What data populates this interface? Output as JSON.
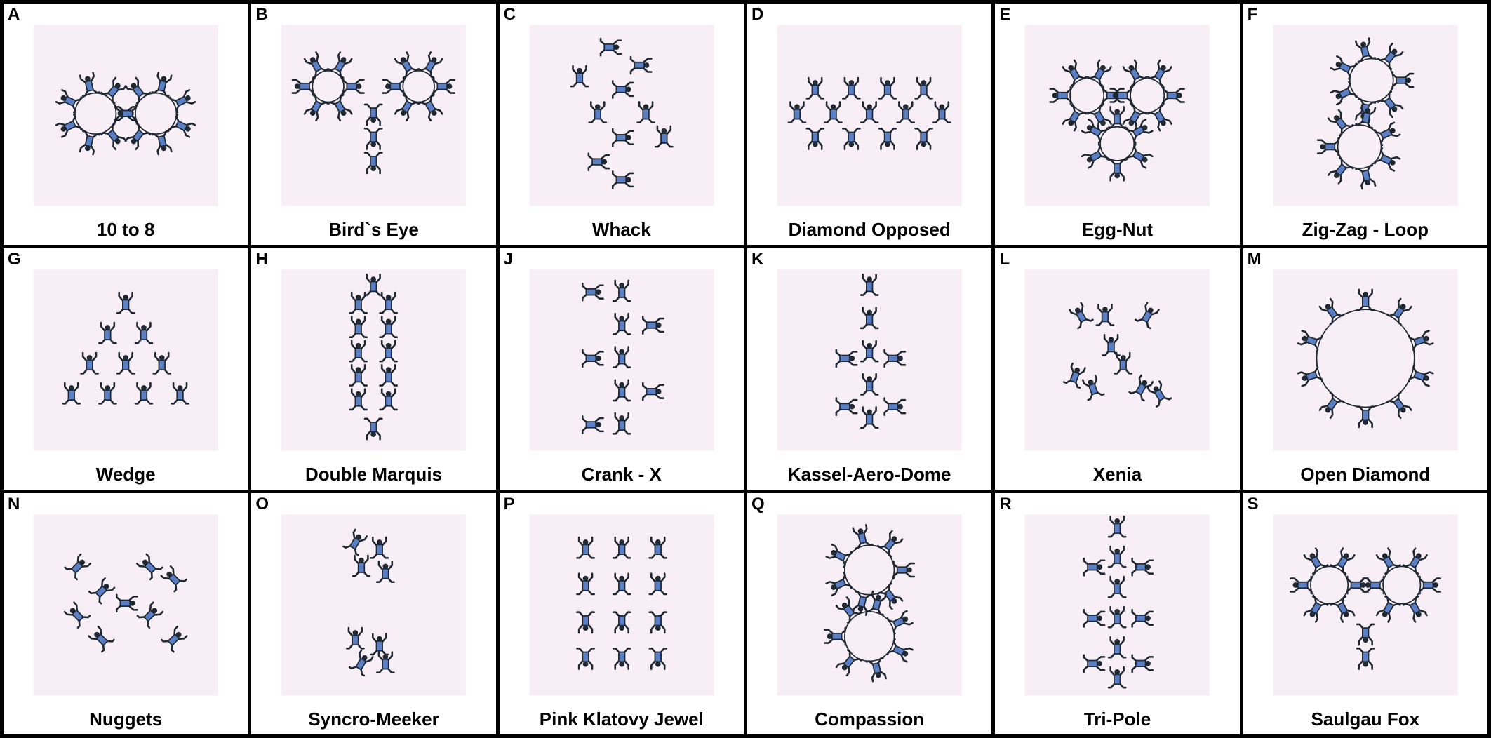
{
  "colors": {
    "background": "#ffffff",
    "border": "#000000",
    "panel": "#f7eff5",
    "figure_body": "#5a7fc4",
    "figure_outline": "#1f2833"
  },
  "icons": {
    "figure": "skydiver-figure-icon"
  },
  "panels": [
    {
      "letter": "A",
      "title": "10 to 8",
      "layout": "two-rings"
    },
    {
      "letter": "B",
      "title": "Bird`s Eye",
      "layout": "tri-pod"
    },
    {
      "letter": "C",
      "title": "Whack",
      "layout": "scatter-tall"
    },
    {
      "letter": "D",
      "title": "Diamond Opposed",
      "layout": "lattice"
    },
    {
      "letter": "E",
      "title": "Egg-Nut",
      "layout": "tri-ring"
    },
    {
      "letter": "F",
      "title": "Zig-Zag - Loop",
      "layout": "loop"
    },
    {
      "letter": "G",
      "title": "Wedge",
      "layout": "wedge"
    },
    {
      "letter": "H",
      "title": "Double Marquis",
      "layout": "column-pair"
    },
    {
      "letter": "J",
      "title": "Crank - X",
      "layout": "crank"
    },
    {
      "letter": "K",
      "title": "Kassel-Aero-Dome",
      "layout": "stack"
    },
    {
      "letter": "L",
      "title": "Xenia",
      "layout": "scatter"
    },
    {
      "letter": "M",
      "title": "Open Diamond",
      "layout": "diamond"
    },
    {
      "letter": "N",
      "title": "Nuggets",
      "layout": "diagonal"
    },
    {
      "letter": "O",
      "title": "Syncro-Meeker",
      "layout": "two-clusters"
    },
    {
      "letter": "P",
      "title": "Pink Klatovy Jewel",
      "layout": "three-columns"
    },
    {
      "letter": "Q",
      "title": "Compassion",
      "layout": "double-ring"
    },
    {
      "letter": "R",
      "title": "Tri-Pole",
      "layout": "pole"
    },
    {
      "letter": "S",
      "title": "Saulgau Fox",
      "layout": "two-rings-tail"
    }
  ]
}
